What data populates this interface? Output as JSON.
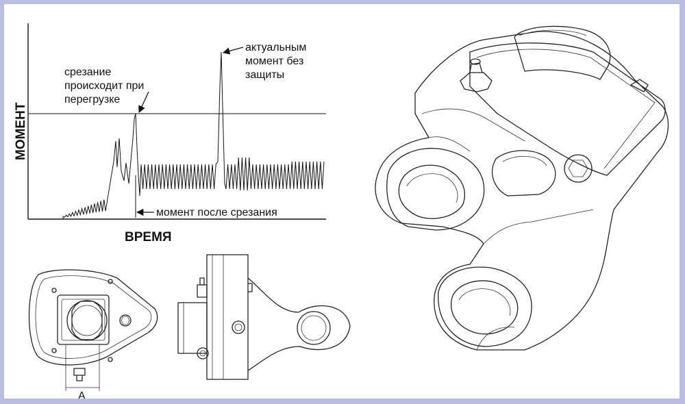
{
  "graph": {
    "y_axis_label": "МОМЕНТ",
    "x_axis_label": "ВРЕМЯ",
    "annotations": {
      "shear_overload": [
        "срезание",
        "происходит при",
        "перегрузке"
      ],
      "unprotected_peak": [
        "актуальным",
        "момент без",
        "защиты"
      ],
      "after_shear": "момент после срезания"
    }
  },
  "drawing": {
    "dimension_label": "A"
  },
  "colors": {
    "frame": "#b9bde0",
    "line": "#222222"
  }
}
